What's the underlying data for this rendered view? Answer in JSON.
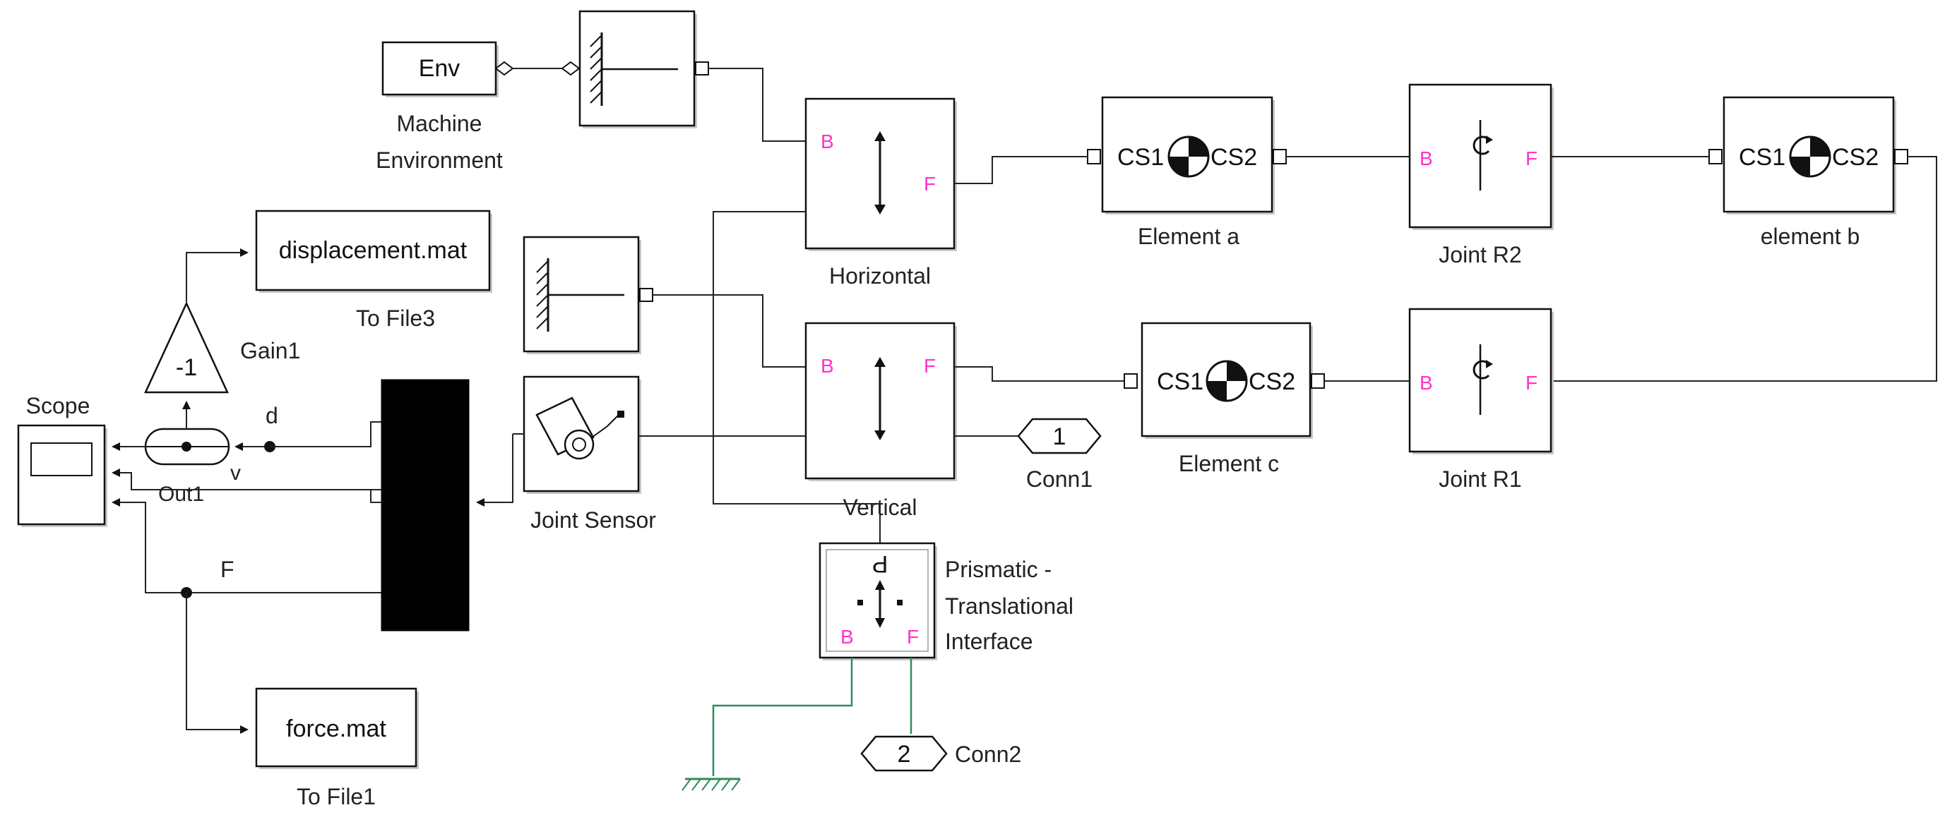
{
  "colors": {
    "port_label": "#ff33cc",
    "ground_wire": "#2f8a5a",
    "line": "#222222"
  },
  "blocks": {
    "env": {
      "text": "Env"
    },
    "machine_env_label": {
      "line1": "Machine",
      "line2": "Environment"
    },
    "ground_top": {
      "icon": "ground-icon"
    },
    "horizontal": {
      "label": "Horizontal",
      "port_b": "B",
      "port_f": "F"
    },
    "element_a": {
      "label": "Element  a",
      "cs1": "CS1",
      "cs2": "CS2"
    },
    "joint_r2": {
      "label": "Joint R2",
      "port_b": "B",
      "port_f": "F"
    },
    "element_b": {
      "label": "element b",
      "cs1": "CS1",
      "cs2": "CS2"
    },
    "displacement": {
      "text": "displacement.mat",
      "label": "To File3"
    },
    "ground_mid": {
      "icon": "ground-icon"
    },
    "vertical": {
      "label": "Vertical",
      "port_b": "B",
      "port_f": "F"
    },
    "element_c": {
      "label": "Element  c",
      "cs1": "CS1",
      "cs2": "CS2"
    },
    "joint_r1": {
      "label": "Joint R1",
      "port_b": "B",
      "port_f": "F"
    },
    "gain": {
      "text": "-1",
      "label": "Gain1"
    },
    "scope": {
      "label": "Scope"
    },
    "out1": {
      "label": "Out1"
    },
    "joint_sensor": {
      "label": "Joint Sensor"
    },
    "conn1": {
      "text": "1",
      "label": "Conn1"
    },
    "prismatic": {
      "line1": "Prismatic -",
      "line2": "Translational",
      "line3": "Interface",
      "port_p": "P",
      "port_b": "B",
      "port_f": "F"
    },
    "conn2": {
      "text": "2",
      "label": "Conn2"
    },
    "force": {
      "text": "force.mat",
      "label": "To File1"
    }
  },
  "signals": {
    "d": "d",
    "v": "v",
    "f": "F"
  }
}
